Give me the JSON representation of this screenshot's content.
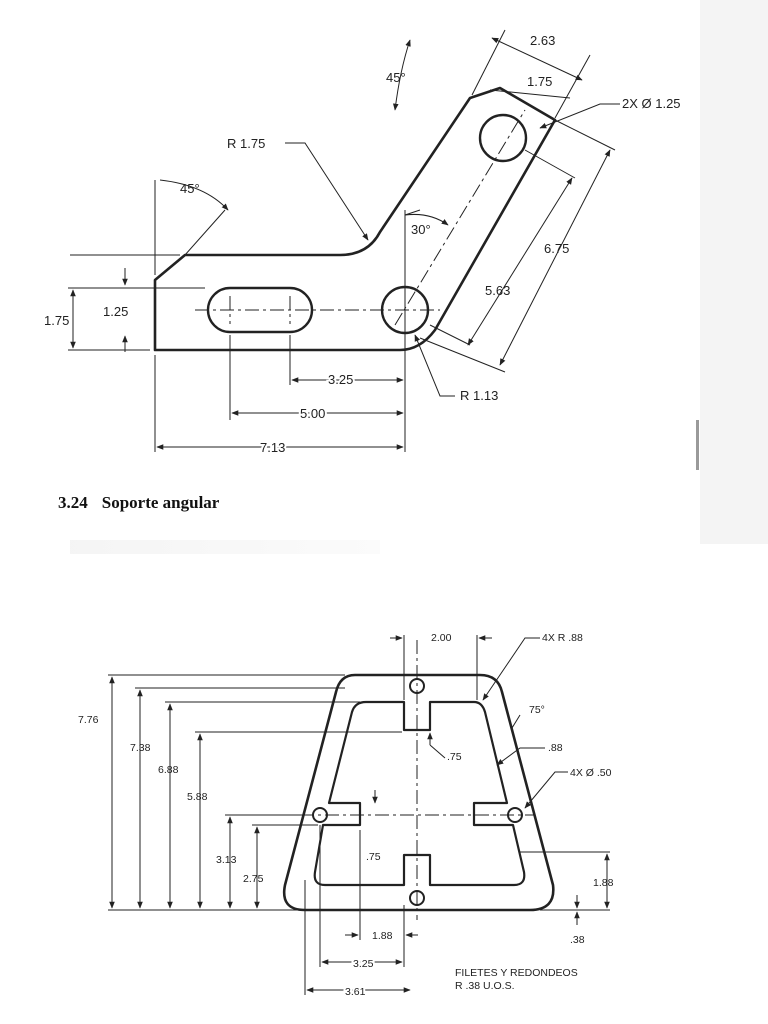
{
  "figure_1": {
    "caption_number": "3.24",
    "caption_title": "Soporte angular",
    "dimensions": {
      "d_263": "2.63",
      "d_175_top": "1.75",
      "a_45_top": "45°",
      "holes": "2X Ø 1.25",
      "r_175": "R 1.75",
      "a_45_left": "45°",
      "a_30": "30°",
      "d_675": "6.75",
      "d_563": "5.63",
      "d_125": "1.25",
      "d_175_left": "1.75",
      "d_325": "3.25",
      "r_113": "R 1.13",
      "d_500": "5.00",
      "d_713": "7.13"
    }
  },
  "figure_2": {
    "dimensions": {
      "d_200": "2.00",
      "r_88": "4X R .88",
      "a_75": "75°",
      "d_88_side": ".88",
      "d_75_top": ".75",
      "holes_50": "4X Ø .50",
      "d_776": "7.76",
      "d_738": "7.38",
      "d_688": "6.88",
      "d_588": "5.88",
      "d_313": "3.13",
      "d_275": "2.75",
      "d_75_mid": ".75",
      "d_188_right": "1.88",
      "d_38": ".38",
      "d_188_bottom": "1.88",
      "d_325": "3.25",
      "d_361": "3.61"
    },
    "note_line_1": "FILETES Y REDONDEOS",
    "note_line_2": "R .38 U.O.S."
  }
}
